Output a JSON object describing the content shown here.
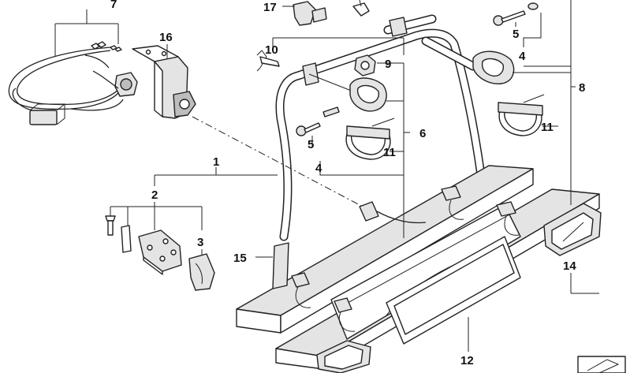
{
  "diagram": {
    "callouts": [
      {
        "id": "c7",
        "label": "7"
      },
      {
        "id": "c16",
        "label": "16"
      },
      {
        "id": "c17",
        "label": "17"
      },
      {
        "id": "c10",
        "label": "10"
      },
      {
        "id": "c9",
        "label": "9"
      },
      {
        "id": "c5a",
        "label": "5"
      },
      {
        "id": "c4a",
        "label": "4"
      },
      {
        "id": "c8",
        "label": "8"
      },
      {
        "id": "c6",
        "label": "6"
      },
      {
        "id": "c5b",
        "label": "5"
      },
      {
        "id": "c4b",
        "label": "4"
      },
      {
        "id": "c11a",
        "label": "11"
      },
      {
        "id": "c11b",
        "label": "11"
      },
      {
        "id": "c1",
        "label": "1"
      },
      {
        "id": "c2",
        "label": "2"
      },
      {
        "id": "c3",
        "label": "3"
      },
      {
        "id": "c15",
        "label": "15"
      },
      {
        "id": "c14",
        "label": "14"
      },
      {
        "id": "c12",
        "label": "12"
      }
    ],
    "colors": {
      "line": "#222222",
      "fill": "#ffffff",
      "shade": "#e4e4e4",
      "dark": "#bdbdbd"
    }
  }
}
